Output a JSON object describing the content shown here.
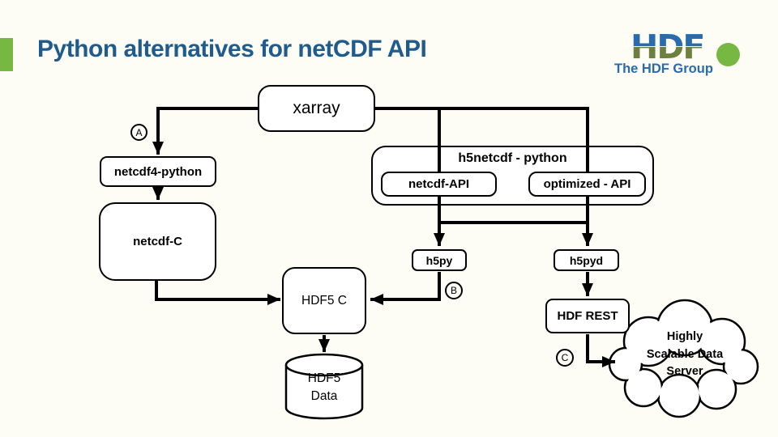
{
  "slide": {
    "title": "Python alternatives for netCDF API"
  },
  "logo": {
    "wordmark": "HDF",
    "caption": "The HDF Group"
  },
  "colors": {
    "title_blue": "#1F5B8C",
    "accent_green": "#77B843",
    "logo_blue": "#2A6BAD",
    "logo_olive": "#6E8040",
    "ink": "#000000",
    "background": "#FDFDF6"
  },
  "diagram": {
    "nodes": {
      "xarray": "xarray",
      "netcdf4_python": "netcdf4-python",
      "netcdf_c": "netcdf-C",
      "h5netcdf_python": "h5netcdf - python",
      "netcdf_api": "netcdf-API",
      "optimized_api": "optimized - API",
      "h5py": "h5py",
      "h5pyd": "h5pyd",
      "hdf5_c": "HDF5 C",
      "hdf_rest": "HDF REST",
      "hdf5_data": [
        "HDF5",
        "Data"
      ],
      "scalable_server": [
        "Highly",
        "Scalable Data",
        "Server"
      ]
    },
    "badges": {
      "a": "A",
      "b": "B",
      "c": "C"
    }
  }
}
